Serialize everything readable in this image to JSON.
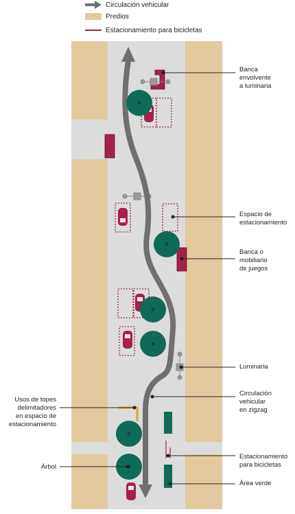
{
  "legend": {
    "items": [
      {
        "label": "Circulación vehicular"
      },
      {
        "label": "Predios"
      },
      {
        "label": "Estacionamiento para bicicletas"
      }
    ]
  },
  "callouts": {
    "banca_envolvente": [
      "Banca",
      "envolvente",
      "a luminaria"
    ],
    "espacio_estacionamiento": [
      "Espacio de",
      "estacionamiento"
    ],
    "banca_mobiliario": [
      "Banca o",
      "mobiliario",
      "de juegos"
    ],
    "luminaria": [
      "Luminaria"
    ],
    "circulacion_zigzag": [
      "Circulación",
      "vehicular",
      "en zigzag"
    ],
    "topes": [
      "Usos de topes",
      "delimitadores",
      "en espacio de",
      "estacionamiento"
    ],
    "estacionamiento_bici": [
      "Estacionamiento",
      "para bicicletas"
    ],
    "arbol": [
      "Árbol"
    ],
    "area_verde": [
      "Área verde"
    ]
  },
  "colors": {
    "lot": "#e2c9a0",
    "street": "#dcdcdc",
    "tree": "#0f6b57",
    "tree_dark": "#0a4a3c",
    "bench": "#a6214a",
    "arrow": "#6f6f6f",
    "bollard": "#e4a632",
    "lamp": "#9a9a9a",
    "green_area": "#0f6b57"
  }
}
